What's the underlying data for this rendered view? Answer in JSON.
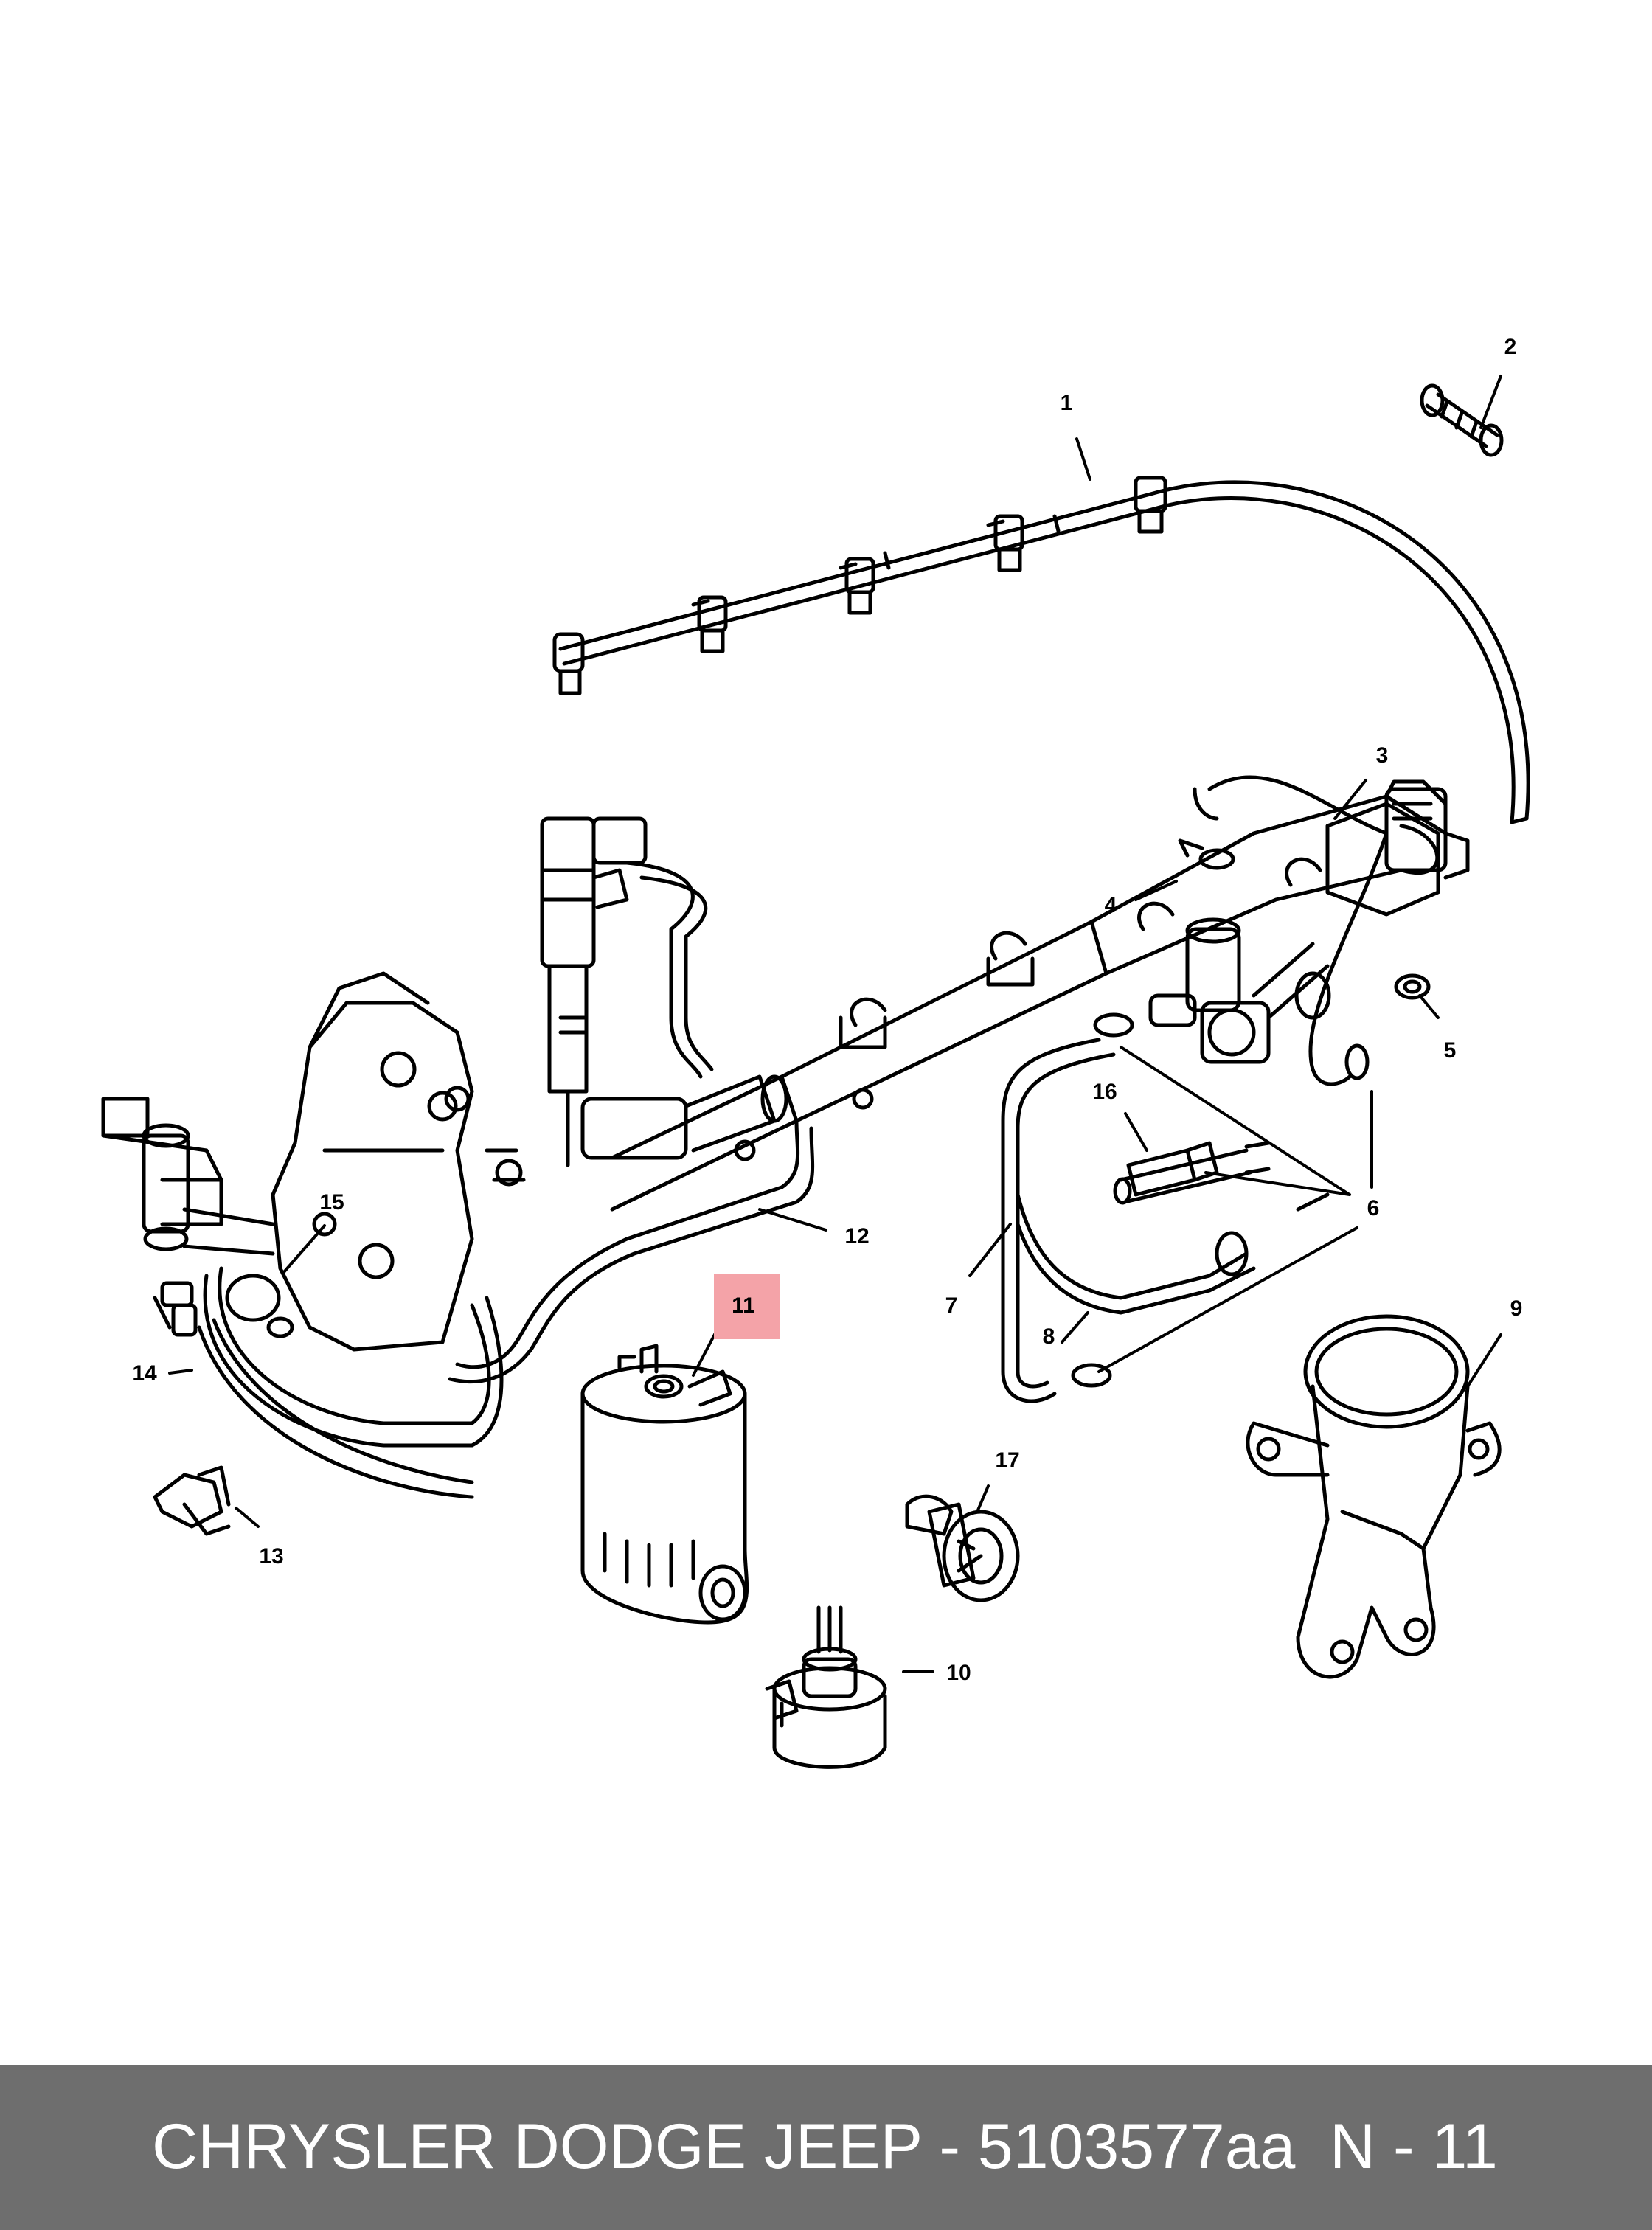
{
  "diagram": {
    "highlight_color": "#f4a3a8",
    "line_color": "#000000",
    "callouts": [
      {
        "id": "1",
        "label": "1"
      },
      {
        "id": "2",
        "label": "2"
      },
      {
        "id": "3",
        "label": "3"
      },
      {
        "id": "4",
        "label": "4"
      },
      {
        "id": "5",
        "label": "5"
      },
      {
        "id": "6",
        "label": "6"
      },
      {
        "id": "7",
        "label": "7"
      },
      {
        "id": "8",
        "label": "8"
      },
      {
        "id": "9",
        "label": "9"
      },
      {
        "id": "10",
        "label": "10"
      },
      {
        "id": "11",
        "label": "11",
        "highlighted": true
      },
      {
        "id": "12",
        "label": "12"
      },
      {
        "id": "13",
        "label": "13"
      },
      {
        "id": "14",
        "label": "14"
      },
      {
        "id": "15",
        "label": "15"
      },
      {
        "id": "16",
        "label": "16"
      },
      {
        "id": "17",
        "label": "17"
      }
    ]
  },
  "footer": {
    "brand_part": "CHRYSLER DODGE JEEP - 5103577aa",
    "page_ref": "N - 11",
    "background": "#6e6e6e"
  }
}
